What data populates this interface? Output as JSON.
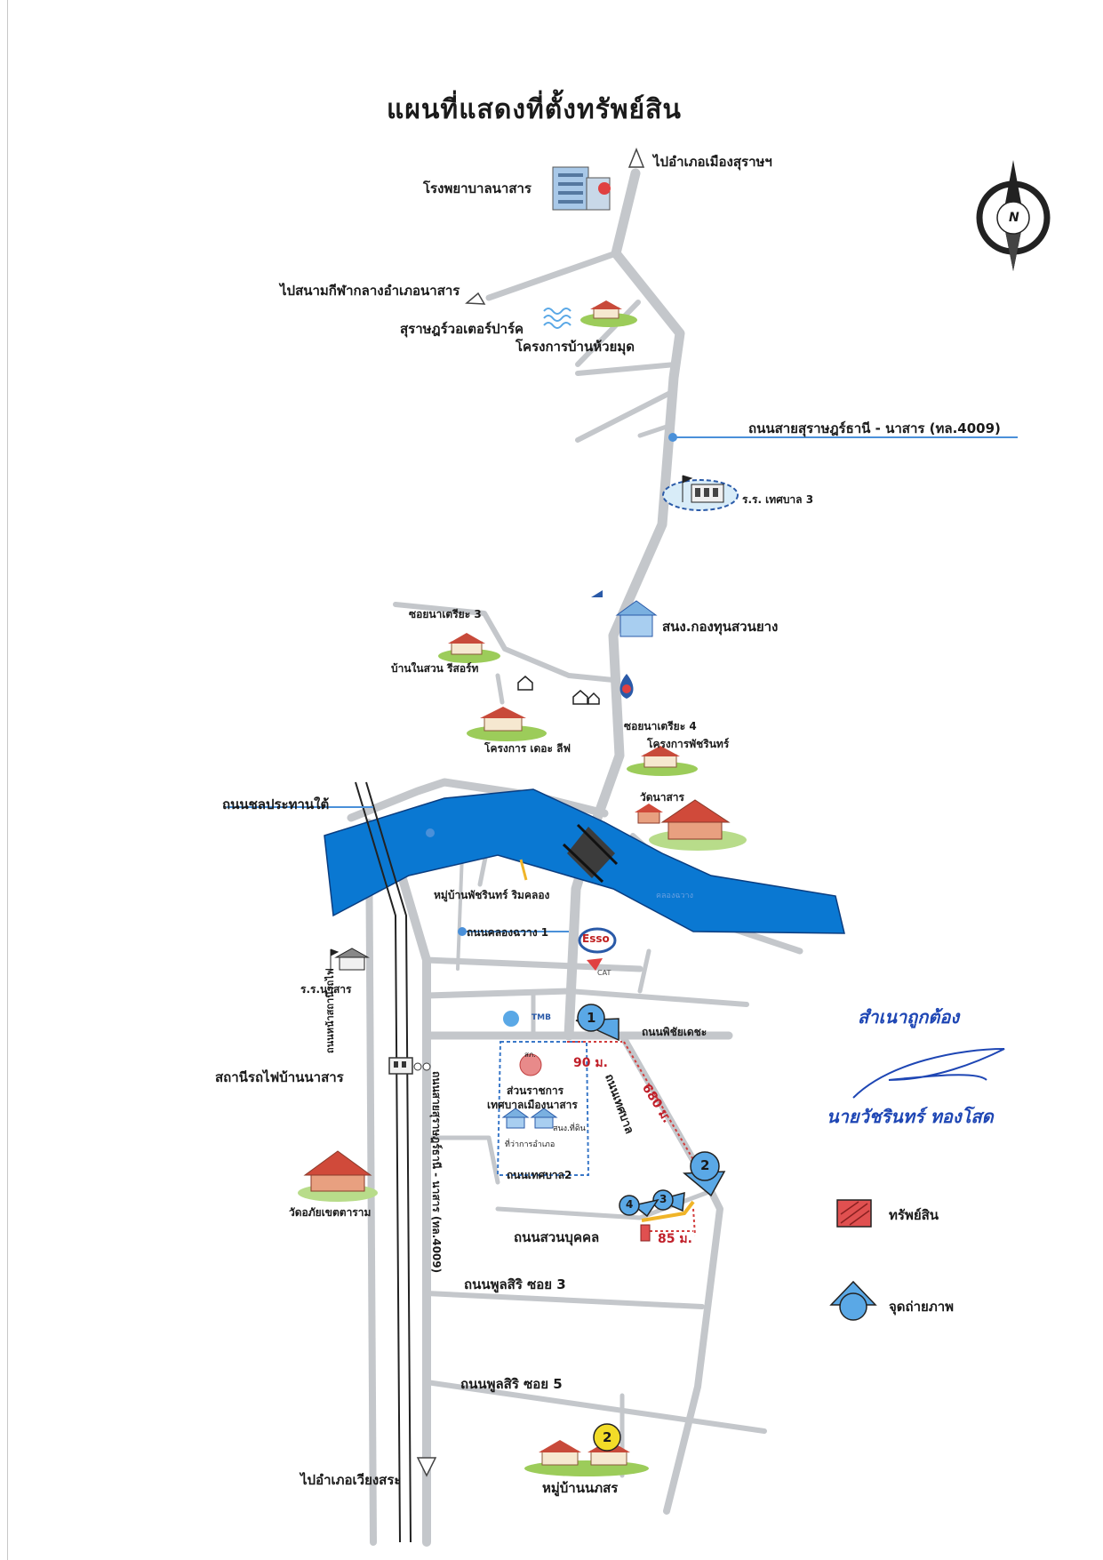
{
  "title": "แผนที่แสดงที่ตั้งทรัพย์สิน",
  "labels": {
    "to_mueang_surat": "ไปอำเภอเมืองสุราษฯ",
    "hospital": "โรงพยาบาลนาสาร",
    "to_stadium": "ไปสนามกีฬากลางอำเภอนาสาร",
    "waterpark": "สุราษฎร์วอเตอร์ปาร์ค",
    "huai_mut": "โครงการบ้านห้วยมุด",
    "highway_4009": "ถนนสายสุราษฎร์ธานี - นาสาร (ทล.4009)",
    "school_3": "ร.ร. เทศบาล 3",
    "soi_natria_3": "ซอยนาเตรียะ 3",
    "rubber_fund": "สนง.กองทุนสวนยาง",
    "ban_nai_suan": "บ้านในสวน รีสอร์ท",
    "soi_natria_4": "ซอยนาเตรียะ 4",
    "the_leaf": "โครงการ เดอะ ลีฟ",
    "phatcharin": "โครงการพัชรินทร์",
    "chonprathan": "ถนนชลประทานใต้",
    "wat_nasan": "วัดนาสาร",
    "phatcharin_village": "หมู่บ้านพัชรินทร์ ริมคลอง",
    "khlong_chawang": "ถนนคลองฉวาง 1",
    "river_text": "คลองฉวาง",
    "nasan_school": "ร.ร.นาสาร",
    "phichaidet": "ถนนพิชัยเดชะ",
    "station_road": "ถนนหน้าสถานีรถไฟ",
    "station": "สถานีรถไฟบ้านนาสาร",
    "highway_vertical": "ถนนสายสุราษฎร์ธานี - นาสาร (ทล.4009)",
    "offices_1": "ส่วนราชการ",
    "offices_2": "เทศบาลเมืองนาสาร",
    "land_office": "สนง.ที่ดิน",
    "district_office": "ที่ว่าการอำเภอ",
    "police": "สภ.",
    "thesaban_2": "ถนนเทศบาล2",
    "thesaban_road": "ถนนเทศบาล",
    "wat_phai": "วัดอภัยเขตตาราม",
    "suan_bukkhon": "ถนนสวนบุคคล",
    "phunsiri_3": "ถนนพูลสิริ ซอย 3",
    "phunsiri_5": "ถนนพูลสิริ ซอย 5",
    "to_wiang_sa": "ไปอำเภอเวียงสระ",
    "nopphason": "หมู่บ้านนภสร",
    "north": "N",
    "esso": "Esso",
    "cat": "CAT",
    "tmb": "TMB"
  },
  "distances": {
    "d90": "90 ม.",
    "d680": "680 ม.",
    "d85": "85 ม."
  },
  "markers": {
    "m1": "1",
    "m2": "2",
    "m3": "3",
    "m4": "4",
    "y2": "2"
  },
  "certification": {
    "line1": "สำเนาถูกต้อง",
    "name": "นายวัชรินทร์ ทองโสด"
  },
  "legend": {
    "property": "ทรัพย์สิน",
    "photo_point": "จุดถ่ายภาพ"
  },
  "colors": {
    "road": "#c4c7cb",
    "river": "#0a78d2",
    "marker": "#5aa8e6",
    "property": "#e05050",
    "distance": "#d23c3c",
    "signature": "#1e46b4",
    "yellow_marker": "#f2dc28",
    "route": "#f0b428"
  }
}
